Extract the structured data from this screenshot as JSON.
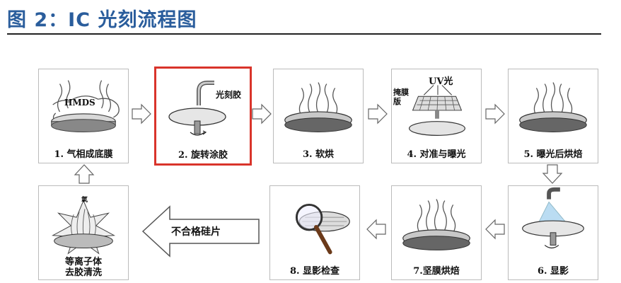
{
  "header": {
    "title": "图 2：IC 光刻流程图"
  },
  "steps": [
    {
      "label": "1. 气相成底膜",
      "annotation": "HMDS"
    },
    {
      "label": "2. 旋转涂胶",
      "annotation": "光刻胶"
    },
    {
      "label": "3. 软烘"
    },
    {
      "label": "4. 对准与曝光",
      "annotation_uv": "UV光",
      "annotation_mask": "掩膜版"
    },
    {
      "label": "5. 曝光后烘焙"
    },
    {
      "label": "6. 显影"
    },
    {
      "label": "7.坚膜烘焙"
    },
    {
      "label": "8. 显影检查"
    },
    {
      "label_line1": "等离子体",
      "label_line2": "去胶清洗",
      "annotation": "氧"
    }
  ],
  "reject_label": "不合格硅片",
  "colors": {
    "title": "#2a5d9c",
    "highlight": "#d9342b",
    "border": "#bbbbbb"
  }
}
